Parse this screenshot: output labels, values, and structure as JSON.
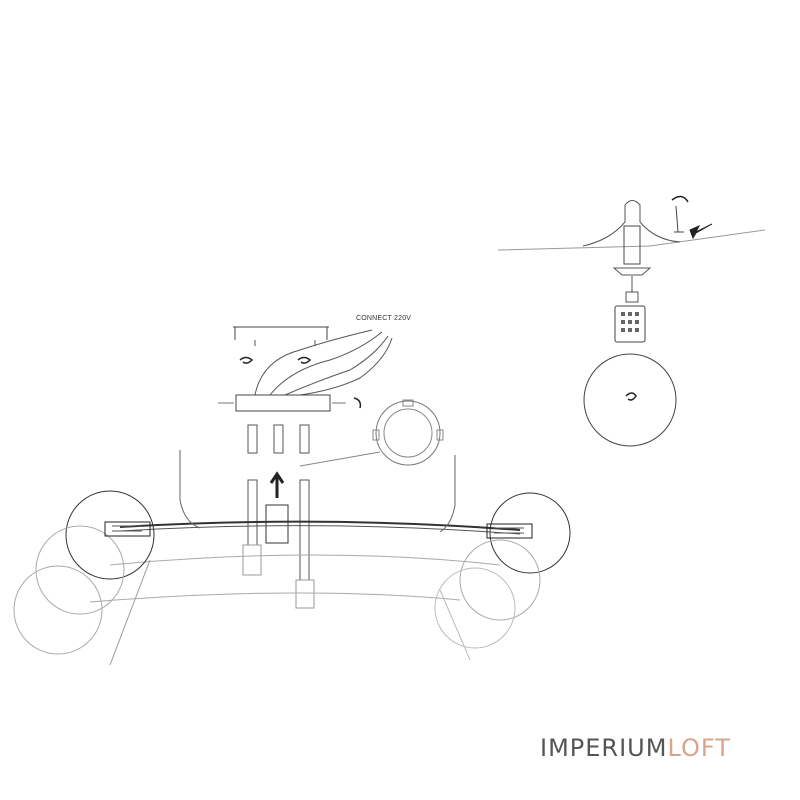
{
  "diagram": {
    "connect_label": "CONNECT 220V"
  },
  "brand": {
    "part1": "IMPERIUM",
    "part2": "LOFT",
    "color_part1": "#555555",
    "color_part2": "#d9a48b"
  },
  "icons": [
    "rotate-arrow-icon",
    "push-arrow-icon",
    "screw-icon",
    "bulb-icon",
    "globe-shade-icon"
  ]
}
